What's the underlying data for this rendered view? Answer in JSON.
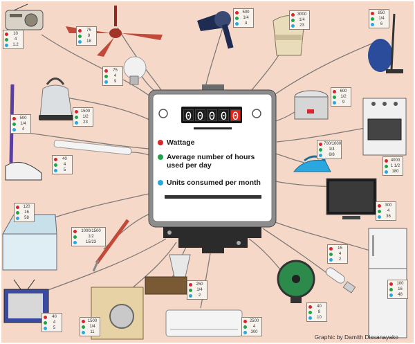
{
  "meter": {
    "digits": [
      "0",
      "0",
      "0",
      "0",
      "0"
    ],
    "legend": [
      {
        "label": "Wattage",
        "color": "#d8262c"
      },
      {
        "label": "Average number of hours used per day",
        "color": "#21a14a"
      },
      {
        "label": "Units consumed per month",
        "color": "#2aa7de"
      }
    ]
  },
  "appliances": [
    {
      "name": "radio",
      "watt": "10",
      "hours": "4",
      "units": "1.2"
    },
    {
      "name": "ceiling-fan",
      "watt": "75",
      "hours": "8",
      "units": "18"
    },
    {
      "name": "light-bulb",
      "watt": "75",
      "hours": "4",
      "units": "9"
    },
    {
      "name": "hair-dryer",
      "watt": "500",
      "hours": "1/4",
      "units": "4"
    },
    {
      "name": "water-heater",
      "watt": "3000",
      "hours": "1/4",
      "units": "23"
    },
    {
      "name": "vacuum-cleaner",
      "watt": "850",
      "hours": "1/4",
      "units": "6"
    },
    {
      "name": "electric-kettle",
      "watt": "1500",
      "hours": "1/2",
      "units": "23"
    },
    {
      "name": "floor-polisher",
      "watt": "500",
      "hours": "1/4",
      "units": "4"
    },
    {
      "name": "fluorescent-tube",
      "watt": "40",
      "hours": "4",
      "units": "5"
    },
    {
      "name": "rice-cooker",
      "watt": "600",
      "hours": "1/2",
      "units": "9"
    },
    {
      "name": "electric-cooker",
      "watt": "4000",
      "hours": "1 1/2",
      "units": "180"
    },
    {
      "name": "iron",
      "watt": "700/1000",
      "hours": "1/4",
      "units": "6/8"
    },
    {
      "name": "television-flat",
      "watt": "300",
      "hours": "4",
      "units": "36"
    },
    {
      "name": "freezer",
      "watt": "120",
      "hours": "16",
      "units": "58"
    },
    {
      "name": "immersion-heater",
      "watt": "1000/1500",
      "hours": "1/2",
      "units": "15/23"
    },
    {
      "name": "refrigerator",
      "watt": "100",
      "hours": "16",
      "units": "48"
    },
    {
      "name": "table-fan",
      "watt": "40",
      "hours": "8",
      "units": "10"
    },
    {
      "name": "cfl-bulb",
      "watt": "15",
      "hours": "4",
      "units": "2"
    },
    {
      "name": "blender",
      "watt": "250",
      "hours": "1/4",
      "units": "2"
    },
    {
      "name": "air-conditioner",
      "watt": "2500",
      "hours": "4",
      "units": "300"
    },
    {
      "name": "washing-machine",
      "watt": "1500",
      "hours": "1/4",
      "units": "11"
    },
    {
      "name": "television-crt",
      "watt": "40",
      "hours": "4",
      "units": "5"
    }
  ],
  "credit": "Graphic by Damith Dissanayake"
}
